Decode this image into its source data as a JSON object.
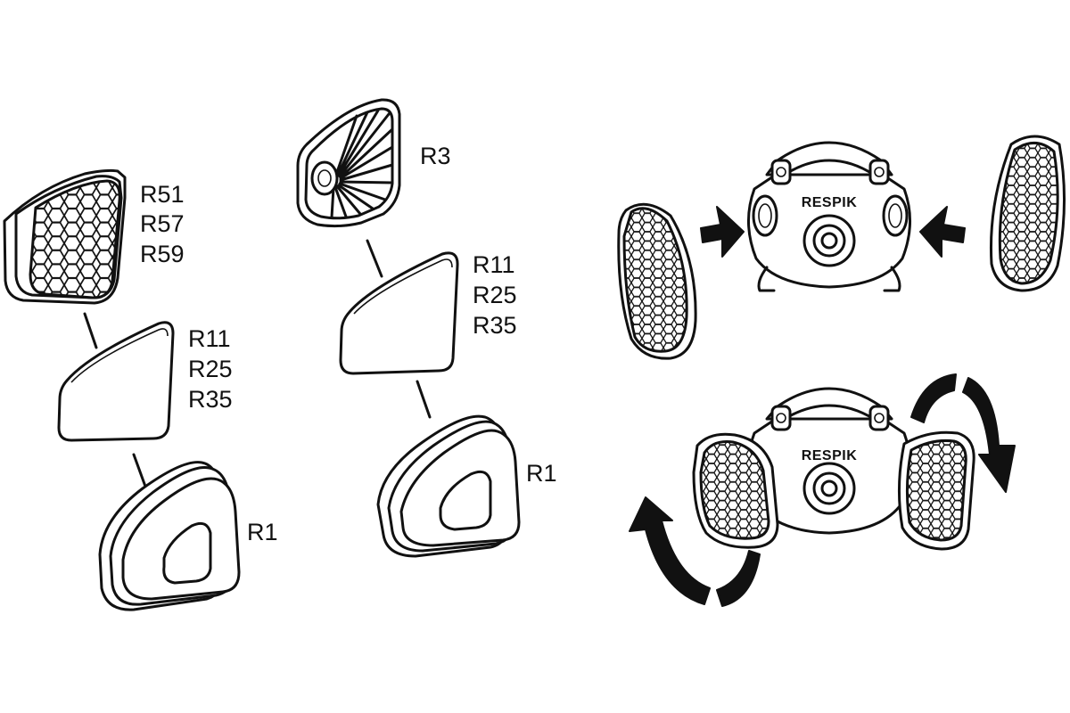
{
  "column_left": {
    "combined_filter_labels": [
      "R51",
      "R57",
      "R59"
    ],
    "prefilter_labels": [
      "R11",
      "R25",
      "R35"
    ],
    "retainer_label": "R1"
  },
  "column_middle": {
    "particulate_filter_label": "R3",
    "prefilter_labels": [
      "R11",
      "R25",
      "R35"
    ],
    "retainer_label": "R1"
  },
  "mask": {
    "brand_top": "RESPIK",
    "brand_bottom": "RESPIK"
  },
  "icons": {
    "honeycomb_filter": "honeycomb-cartridge-icon",
    "fan_filter": "radial-ribbed-filter-icon",
    "prefilter": "pad-icon",
    "retainer": "retainer-ring-icon",
    "insert_arrow": "arrow-right-icon",
    "rotate_arrow": "curved-rotate-arrow-icon"
  },
  "colors": {
    "line": "#111111",
    "background": "#ffffff"
  }
}
